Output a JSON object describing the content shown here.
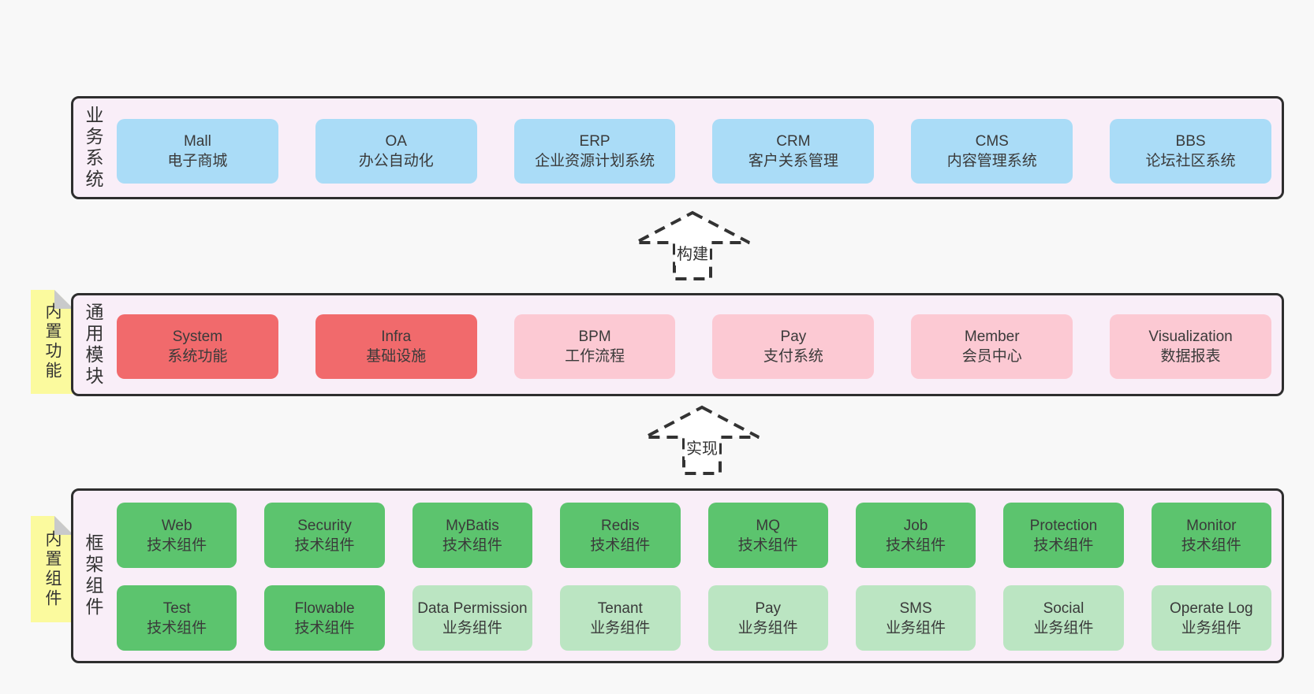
{
  "colors": {
    "page_bg": "#f8f8f8",
    "band_bg": "#f9eef8",
    "band_border": "#2e2e2e",
    "box_blue": "#aadcf7",
    "box_red": "#f16a6c",
    "box_pink": "#fcc9d3",
    "box_green": "#5cc46e",
    "box_light_green": "#bbe5c2",
    "tab_yellow": "#fbfa9e",
    "fold_gray": "#c9cacb",
    "text": "#3a3a3a",
    "arrow_stroke": "#333333"
  },
  "layers": [
    {
      "id": "business-systems",
      "side_label": "业务系统",
      "boxes": [
        {
          "name": "Mall",
          "desc": "电子商城",
          "variant": "blue"
        },
        {
          "name": "OA",
          "desc": "办公自动化",
          "variant": "blue"
        },
        {
          "name": "ERP",
          "desc": "企业资源计划系统",
          "variant": "blue"
        },
        {
          "name": "CRM",
          "desc": "客户关系管理",
          "variant": "blue"
        },
        {
          "name": "CMS",
          "desc": "内容管理系统",
          "variant": "blue"
        },
        {
          "name": "BBS",
          "desc": "论坛社区系统",
          "variant": "blue"
        }
      ]
    },
    {
      "id": "common-modules",
      "side_label": "通用模块",
      "tab": "内置功能",
      "boxes": [
        {
          "name": "System",
          "desc": "系统功能",
          "variant": "red"
        },
        {
          "name": "Infra",
          "desc": "基础设施",
          "variant": "red"
        },
        {
          "name": "BPM",
          "desc": "工作流程",
          "variant": "pink"
        },
        {
          "name": "Pay",
          "desc": "支付系统",
          "variant": "pink"
        },
        {
          "name": "Member",
          "desc": "会员中心",
          "variant": "pink"
        },
        {
          "name": "Visualization",
          "desc": "数据报表",
          "variant": "pink"
        }
      ]
    },
    {
      "id": "framework-components",
      "side_label": "框架组件",
      "tab": "内置组件",
      "rows": [
        [
          {
            "name": "Web",
            "desc": "技术组件",
            "variant": "green"
          },
          {
            "name": "Security",
            "desc": "技术组件",
            "variant": "green"
          },
          {
            "name": "MyBatis",
            "desc": "技术组件",
            "variant": "green"
          },
          {
            "name": "Redis",
            "desc": "技术组件",
            "variant": "green"
          },
          {
            "name": "MQ",
            "desc": "技术组件",
            "variant": "green"
          },
          {
            "name": "Job",
            "desc": "技术组件",
            "variant": "green"
          },
          {
            "name": "Protection",
            "desc": "技术组件",
            "variant": "green"
          },
          {
            "name": "Monitor",
            "desc": "技术组件",
            "variant": "green"
          }
        ],
        [
          {
            "name": "Test",
            "desc": "技术组件",
            "variant": "green"
          },
          {
            "name": "Flowable",
            "desc": "技术组件",
            "variant": "green"
          },
          {
            "name": "Data Permission",
            "desc": "业务组件",
            "variant": "lightgreen"
          },
          {
            "name": "Tenant",
            "desc": "业务组件",
            "variant": "lightgreen"
          },
          {
            "name": "Pay",
            "desc": "业务组件",
            "variant": "lightgreen"
          },
          {
            "name": "SMS",
            "desc": "业务组件",
            "variant": "lightgreen"
          },
          {
            "name": "Social",
            "desc": "业务组件",
            "variant": "lightgreen"
          },
          {
            "name": "Operate Log",
            "desc": "业务组件",
            "variant": "lightgreen"
          }
        ]
      ]
    }
  ],
  "arrows": [
    {
      "label": "构建"
    },
    {
      "label": "实现"
    }
  ]
}
